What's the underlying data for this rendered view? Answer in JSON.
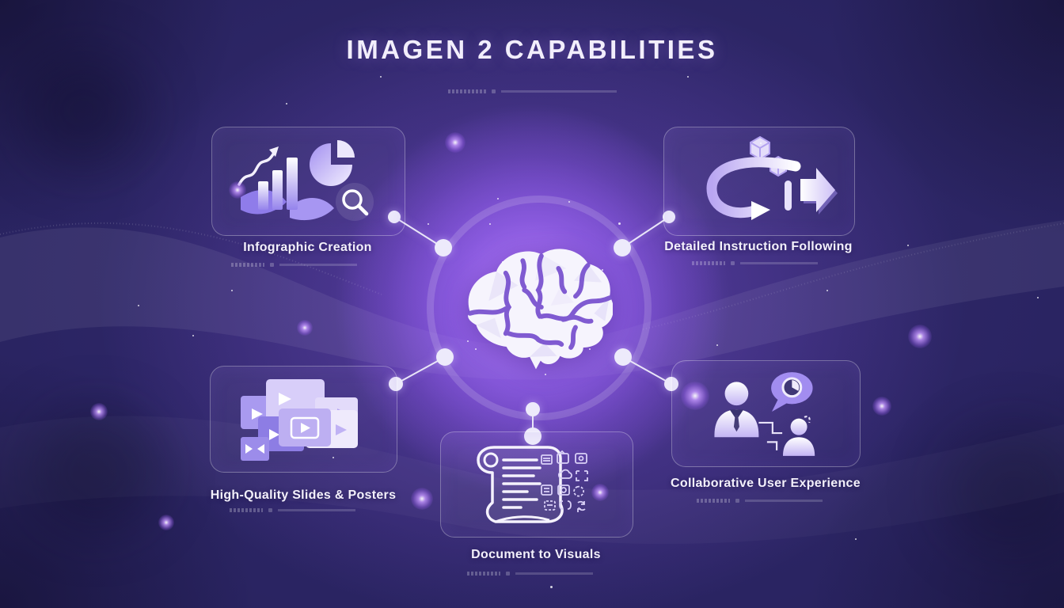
{
  "title": "IMAGEN 2 CAPABILITIES",
  "center": {
    "name": "AI brain hub",
    "icon": "brain-icon"
  },
  "cards": [
    {
      "label": "Infographic Creation",
      "icon": "infographic-charts-icon"
    },
    {
      "label": "Detailed Instruction Following",
      "icon": "instruction-arrows-icon"
    },
    {
      "label": "High-Quality Slides & Posters",
      "icon": "slides-stack-icon"
    },
    {
      "label": "Document to Visuals",
      "icon": "document-scroll-icon"
    },
    {
      "label": "Collaborative User Experience",
      "icon": "collaboration-people-icon"
    }
  ],
  "colors": {
    "background_dark": "#1f1b4b",
    "background_mid": "#2a2462",
    "glow_core": "#bb85ff",
    "glow_outer": "#8052da",
    "accent": "#8b74e8",
    "accent_light": "#cfc3f7",
    "sulci_purple": "#7a53cf",
    "card_border": "rgba(255,255,255,0.30)",
    "text": "#f2eefc"
  }
}
